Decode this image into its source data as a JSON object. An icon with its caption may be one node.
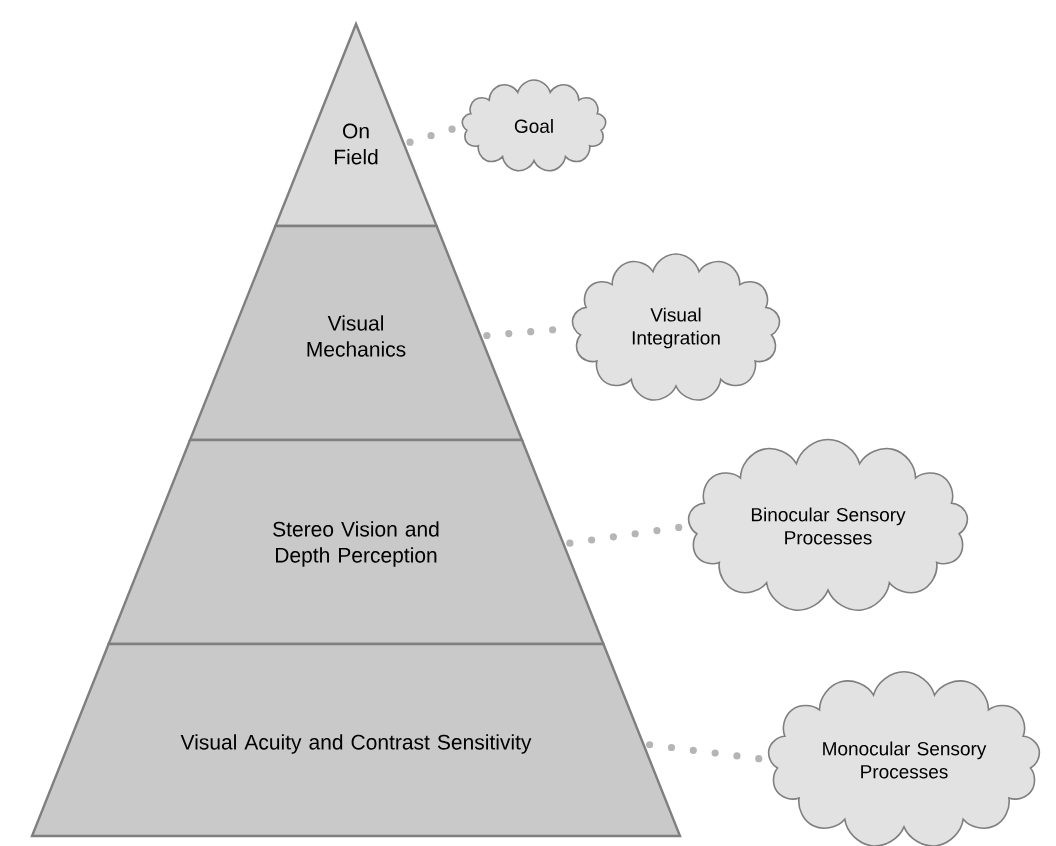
{
  "diagram": {
    "nodes": [
      {
        "text": [
          "On Field"
        ]
      },
      {
        "text": [
          "Visual Mechanics"
        ]
      },
      {
        "text": [
          "Stereo Vision and Depth Perception"
        ]
      },
      {
        "text": [
          "Visual Acuity and Contrast Sensitivity"
        ]
      },
      {
        "text": [
          "Goal"
        ]
      },
      {
        "text": [
          "Visual Integration"
        ]
      },
      {
        "text": [
          "Binocular Sensory Processes"
        ]
      },
      {
        "text": [
          "Monocular Sensory Processes"
        ]
      }
    ],
    "edges": [
      {
        "from": 0,
        "to": 4,
        "arrow": "none"
      },
      {
        "from": 1,
        "to": 5,
        "arrow": "none"
      },
      {
        "from": 2,
        "to": 6,
        "arrow": "none"
      },
      {
        "from": 3,
        "to": 7,
        "arrow": "none"
      }
    ]
  }
}
